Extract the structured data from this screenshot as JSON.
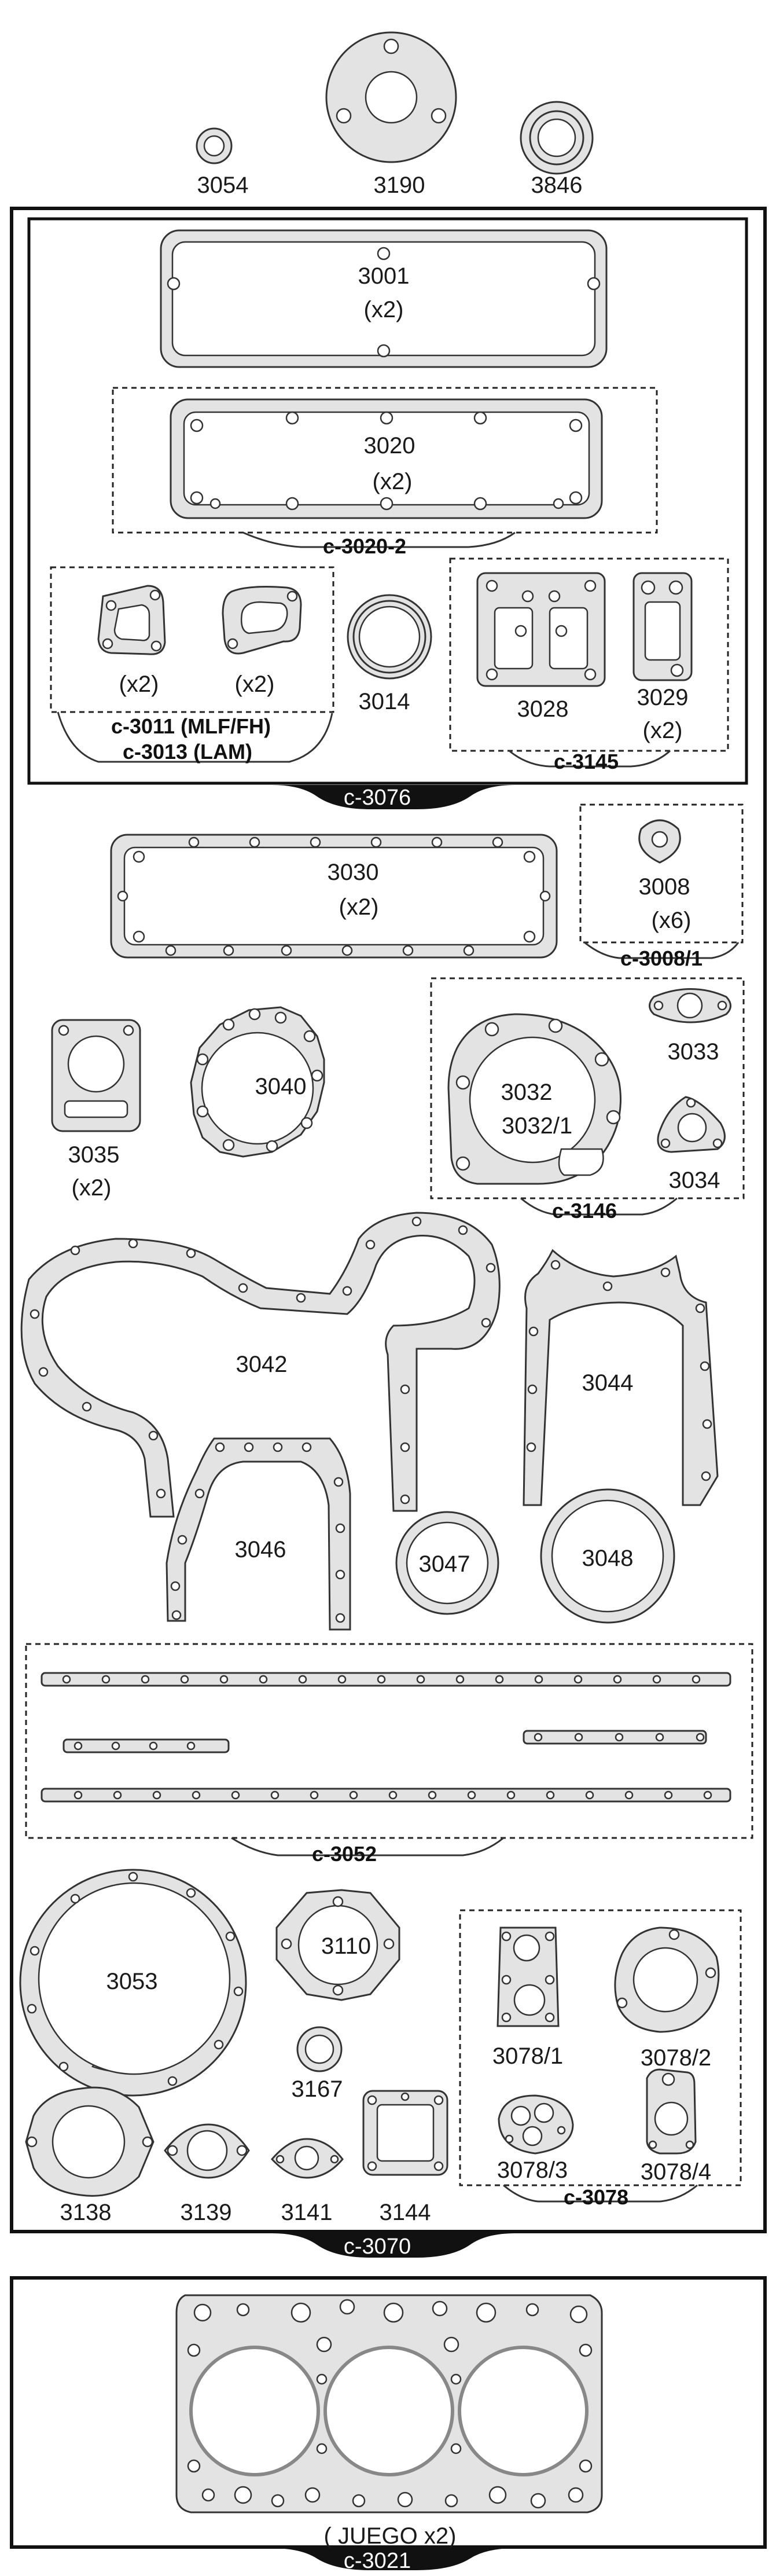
{
  "colors": {
    "gasket_fill": "#e3e3e3",
    "gasket_stroke": "#333333",
    "hole_fill": "#ffffff",
    "label_text": "#1a1a1a",
    "kit_tab": "#111111",
    "background": "#ffffff"
  },
  "parts": {
    "p3054": {
      "label": "3054"
    },
    "p3190": {
      "label": "3190"
    },
    "p3846": {
      "label": "3846"
    },
    "p3001": {
      "label": "3001",
      "qty": "(x2)"
    },
    "p3020": {
      "label": "3020",
      "qty": "(x2)"
    },
    "p3011": {
      "qty": "(x2)"
    },
    "p3013": {
      "qty": "(x2)"
    },
    "p3014": {
      "label": "3014"
    },
    "p3028": {
      "label": "3028"
    },
    "p3029": {
      "label": "3029",
      "qty": "(x2)"
    },
    "p3030": {
      "label": "3030",
      "qty": "(x2)"
    },
    "p3008": {
      "label": "3008",
      "qty": "(x6)"
    },
    "p3035": {
      "label": "3035",
      "qty": "(x2)"
    },
    "p3040": {
      "label": "3040"
    },
    "p3032": {
      "label": "3032",
      "label_alt": "3032/1"
    },
    "p3033": {
      "label": "3033"
    },
    "p3034": {
      "label": "3034"
    },
    "p3042": {
      "label": "3042"
    },
    "p3044": {
      "label": "3044"
    },
    "p3046": {
      "label": "3046"
    },
    "p3047": {
      "label": "3047"
    },
    "p3048": {
      "label": "3048"
    },
    "p3053": {
      "label": "3053"
    },
    "p3110": {
      "label": "3110"
    },
    "p3167": {
      "label": "3167"
    },
    "p3138": {
      "label": "3138"
    },
    "p3139": {
      "label": "3139"
    },
    "p3141": {
      "label": "3141"
    },
    "p3144": {
      "label": "3144"
    },
    "p3078_1": {
      "label": "3078/1"
    },
    "p3078_2": {
      "label": "3078/2"
    },
    "p3078_3": {
      "label": "3078/3"
    },
    "p3078_4": {
      "label": "3078/4"
    },
    "p3021": {
      "qty": "( JUEGO x2)"
    }
  },
  "kits": {
    "k3020_2": "c-3020-2",
    "k3011": "c-3011 (MLF/FH)",
    "k3013": "c-3013 (LAM)",
    "k3145": "c-3145",
    "k3076": "c-3076",
    "k3008_1": "c-3008/1",
    "k3146": "c-3146",
    "k3052": "c-3052",
    "k3078": "c-3078",
    "k3070": "c-3070",
    "k3021": "c-3021"
  }
}
